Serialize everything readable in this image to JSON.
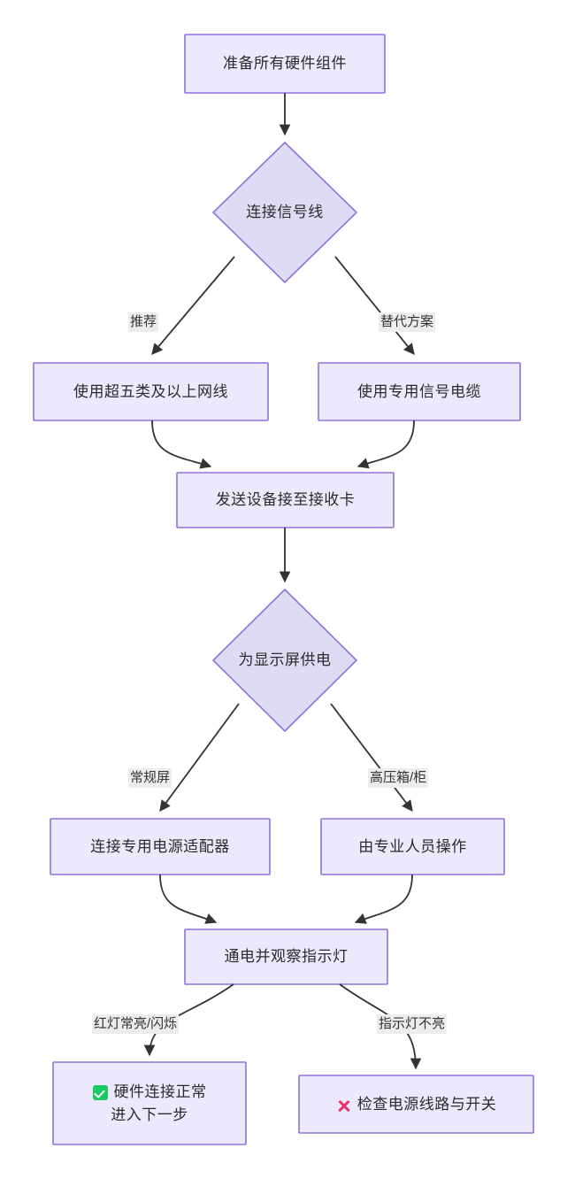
{
  "diagram": {
    "type": "flowchart",
    "direction": "top-down",
    "background": "#ffffff",
    "palette": {
      "node_fill": "#ece9fc",
      "node_stroke": "#9370db",
      "decision_fill": "#dedcf5",
      "edge_stroke": "#333333",
      "text": "#2b2b2b",
      "edge_label_bg": "#ededed",
      "success_green": "#18c964",
      "error_red": "#ea3468"
    },
    "nodes": [
      {
        "id": "start",
        "shape": "rect",
        "label": "准备所有硬件组件"
      },
      {
        "id": "signal",
        "shape": "diamond",
        "label": "连接信号线"
      },
      {
        "id": "cat5e",
        "shape": "rect",
        "label": "使用超五类及以上网线"
      },
      {
        "id": "cable",
        "shape": "rect",
        "label": "使用专用信号电缆"
      },
      {
        "id": "sender",
        "shape": "rect",
        "label": "发送设备接至接收卡"
      },
      {
        "id": "power",
        "shape": "diamond",
        "label": "为显示屏供电"
      },
      {
        "id": "adapter",
        "shape": "rect",
        "label": "连接专用电源适配器"
      },
      {
        "id": "professional",
        "shape": "rect",
        "label": "由专业人员操作"
      },
      {
        "id": "observe",
        "shape": "rect",
        "label": "通电并观察指示灯"
      },
      {
        "id": "ok",
        "shape": "rect",
        "icon": "check-icon",
        "label_line1": "硬件连接正常",
        "label_line2": "进入下一步"
      },
      {
        "id": "fail",
        "shape": "rect",
        "icon": "cross-icon",
        "label": "检查电源线路与开关"
      }
    ],
    "edges": [
      {
        "from": "start",
        "to": "signal",
        "label": ""
      },
      {
        "from": "signal",
        "to": "cat5e",
        "label": "推荐"
      },
      {
        "from": "signal",
        "to": "cable",
        "label": "替代方案"
      },
      {
        "from": "cat5e",
        "to": "sender",
        "label": ""
      },
      {
        "from": "cable",
        "to": "sender",
        "label": ""
      },
      {
        "from": "sender",
        "to": "power",
        "label": ""
      },
      {
        "from": "power",
        "to": "adapter",
        "label": "常规屏"
      },
      {
        "from": "power",
        "to": "professional",
        "label": "高压箱/柜"
      },
      {
        "from": "adapter",
        "to": "observe",
        "label": ""
      },
      {
        "from": "professional",
        "to": "observe",
        "label": ""
      },
      {
        "from": "observe",
        "to": "ok",
        "label": "红灯常亮/闪烁"
      },
      {
        "from": "observe",
        "to": "fail",
        "label": "指示灯不亮"
      }
    ]
  }
}
